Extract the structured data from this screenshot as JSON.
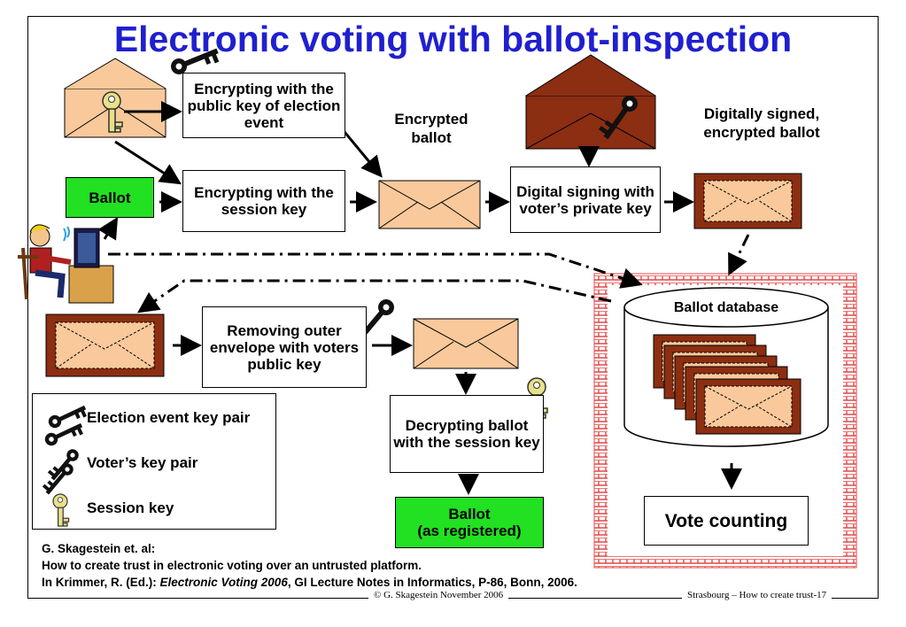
{
  "title": "Electronic voting with ballot-inspection",
  "boxes": {
    "encrypt_public": "Encrypting with the public key of election event",
    "encrypt_session": "Encrypting with the session key",
    "ballot": "Ballot",
    "digital_signing": "Digital signing with voter’s private key",
    "remove_outer": "Removing outer envelope with voters public key",
    "decrypt": "Decrypting ballot with the session key",
    "ballot_registered_1": "Ballot",
    "ballot_registered_2": "(as registered)",
    "vote_counting": "Vote counting"
  },
  "labels": {
    "encrypted_ballot_1": "Encrypted",
    "encrypted_ballot_2": "ballot",
    "signed_1": "Digitally signed,",
    "signed_2": "encrypted ballot",
    "ballot_database": "Ballot database"
  },
  "legend": {
    "election_key": "Election event key pair",
    "voter_key": "Voter’s key pair",
    "session_key": "Session key"
  },
  "citation": {
    "line1": "G. Skagestein et. al:",
    "line2": "How to create trust in electronic voting over an untrusted platform.",
    "line3_prefix": "In Krimmer, R. (Ed.): ",
    "line3_italic": "Electronic Voting 2006",
    "line3_suffix": ", GI Lecture Notes in Informatics, P-86, Bonn, 2006."
  },
  "footer": {
    "left": "© G. Skagestein November 2006",
    "right": "Strasbourg – How to create trust-17"
  },
  "colors": {
    "title": "#1f1fd0",
    "green": "#22e022",
    "envelope_light": "#f9c99b",
    "envelope_dark": "#8b2e12",
    "session_key": "#e8e08a",
    "hatch": "#e04848"
  }
}
